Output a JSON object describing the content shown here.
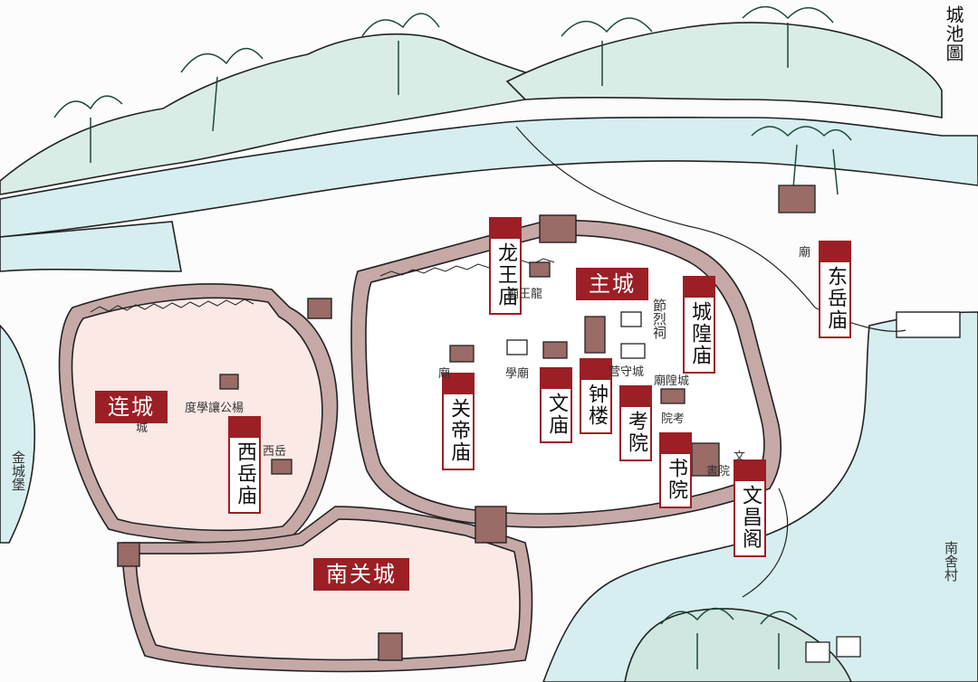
{
  "map_title": "城池圖",
  "colors": {
    "label_red": "#9b1f24",
    "wall": "#c6a9a7",
    "city_fill": "#fbe9e6",
    "water": "#d6eef0",
    "hill": "#cfe7e0"
  },
  "district_labels": {
    "zhucheng": "主城",
    "liancheng": "连城",
    "nanguancheng": "南关城"
  },
  "place_labels": {
    "longwangmiao": "龙王庙",
    "chenghuangmiao": "城隍庙",
    "dongyuemiao": "东岳庙",
    "guandimiao": "关帝庙",
    "wenmiao": "文庙",
    "zhonglou": "钟楼",
    "kaoyuan": "考院",
    "shuyuan": "书院",
    "wenchangge": "文昌阁",
    "xiyuemiao": "西岳庙"
  },
  "handwritten": {
    "jincheng_bao": "金城堡",
    "nanshe_cun": "南舍村",
    "miao_ne": "廟",
    "gongshu": "度學讓公楊",
    "xiyue_small": "西岳",
    "liancheng_small": "城",
    "guandi_small": "廟",
    "longwang_small": "廟王龍",
    "yingshou": "营守城",
    "chenghuang_small": "廟隍城",
    "kaoyuan_small": "院考",
    "shuyuan_small": "書院",
    "jiexiao": "節烈祠",
    "wenmiao_small": "學廟",
    "wen_small": "文"
  }
}
